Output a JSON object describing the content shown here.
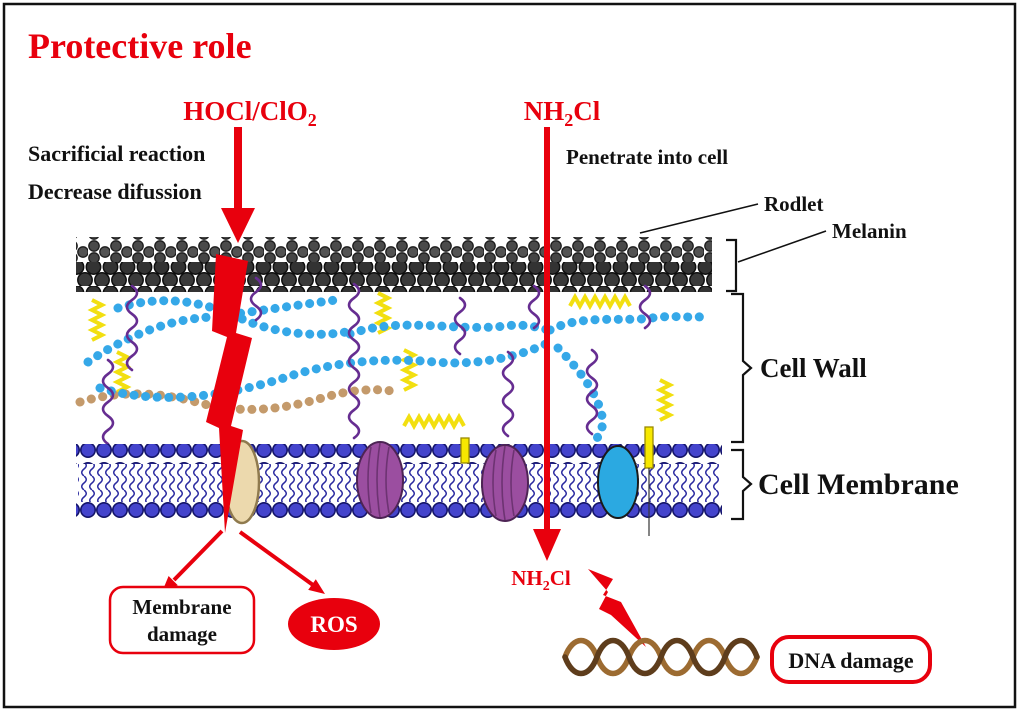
{
  "title": "Protective role",
  "top_labels": {
    "hocl_main": "HOCl/ClO",
    "hocl_sub": "2",
    "nh2cl_pre": "NH",
    "nh2cl_sub": "2",
    "nh2cl_post": "Cl"
  },
  "annotations": {
    "sacrificial": "Sacrificial reaction",
    "decrease": "Decrease difussion",
    "penetrate": "Penetrate into cell",
    "rodlet": "Rodlet",
    "melanin": "Melanin",
    "cell_wall": "Cell Wall",
    "cell_membrane": "Cell Membrane"
  },
  "bottom": {
    "membrane_damage_line1": "Membrane",
    "membrane_damage_line2": "damage",
    "ros": "ROS",
    "nh2cl_pre": "NH",
    "nh2cl_sub": "2",
    "nh2cl_post": "Cl",
    "dna_damage": "DNA damage"
  },
  "colors": {
    "accent_red": "#e8000d",
    "rodlet_gray": "#4a4a4a",
    "melanin_dark": "#333333",
    "membrane_head_blue": "#4444cc",
    "membrane_tail_navy": "#2a2aa0",
    "wall_chain_blue": "#35a8e8",
    "wall_chain_tan": "#c49a6b",
    "wall_squiggle_purple": "#662d91",
    "wall_zigzag_yellow": "#f2df10",
    "protein_tan": "#ecd9ad",
    "protein_purple": "#9b4ea0",
    "protein_blue": "#2ba9e1",
    "dna_brown_light": "#9c6b31",
    "dna_brown_dark": "#5e3d1c"
  }
}
